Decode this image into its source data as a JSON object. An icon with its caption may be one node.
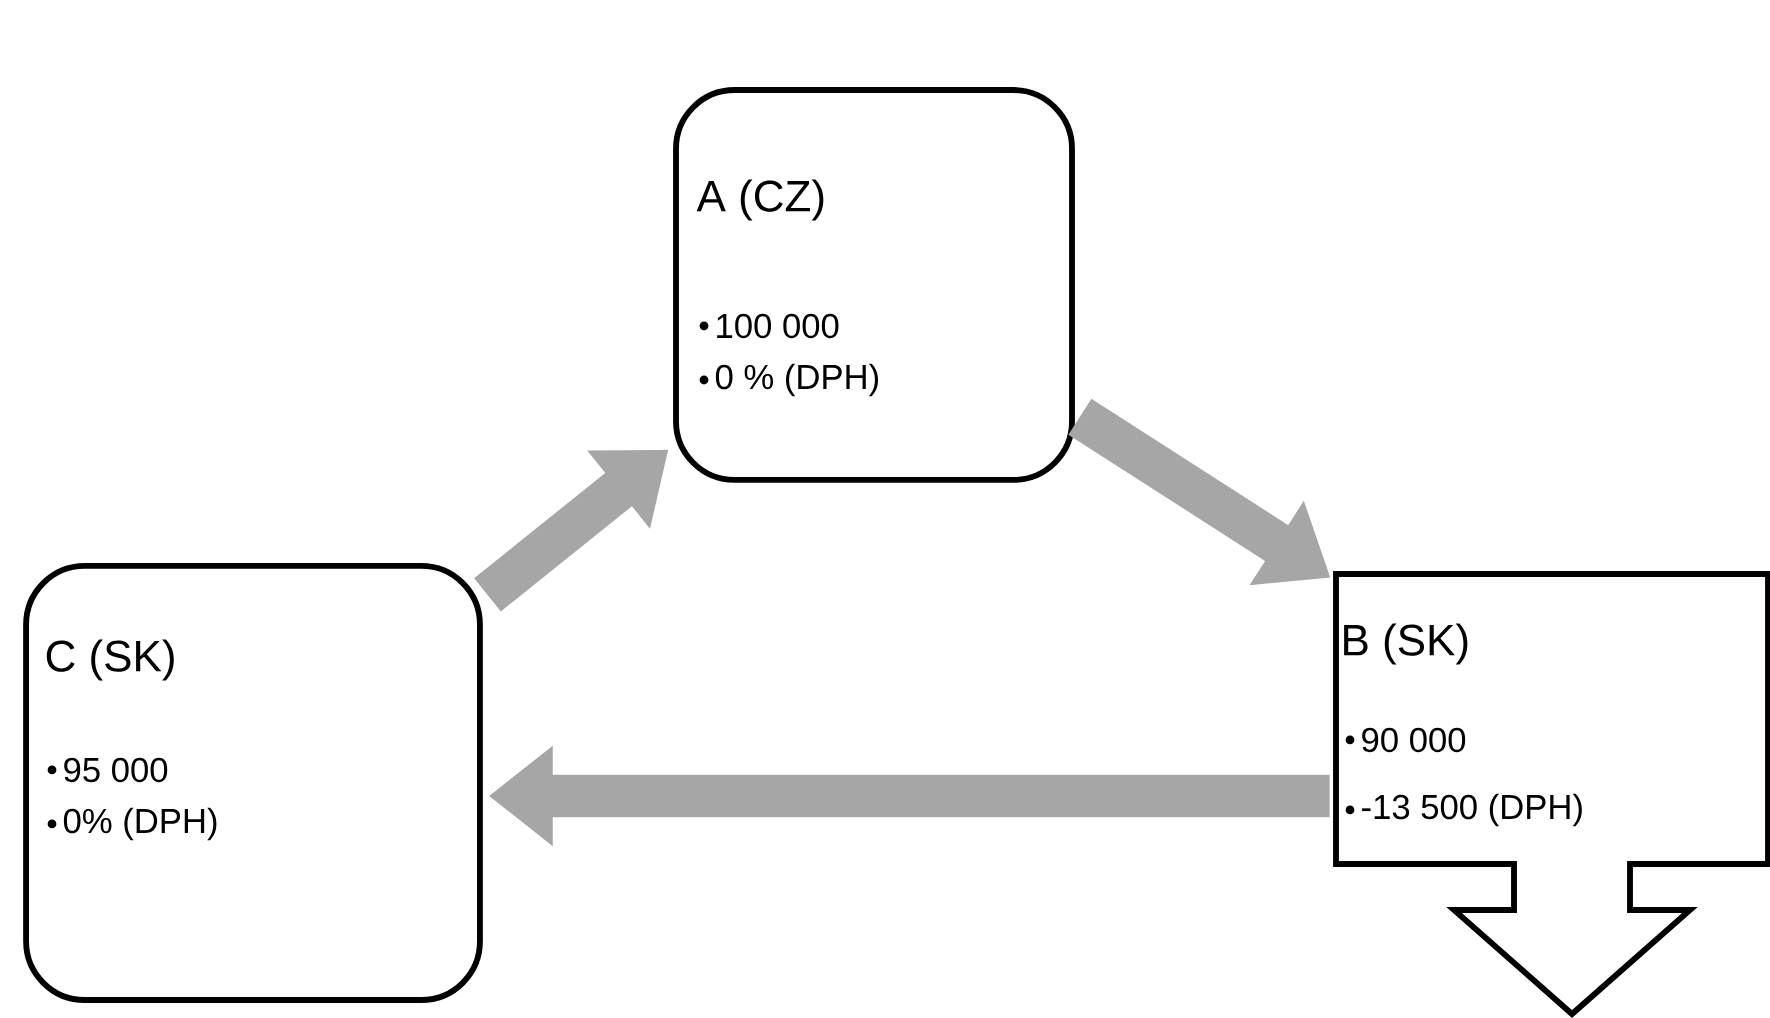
{
  "diagram": {
    "nodes": [
      {
        "text": [
          "A (CZ)",
          "100 000",
          "0 % (DPH)"
        ]
      },
      {
        "text": [
          "B (SK)",
          "90 000",
          "-13 500 (DPH)"
        ]
      },
      {
        "text": [
          "C (SK)",
          "95 000",
          "0% (DPH)"
        ]
      }
    ],
    "edges": [
      {
        "from": 2,
        "to": 0,
        "arrow": "to"
      },
      {
        "from": 0,
        "to": 1,
        "arrow": "to"
      },
      {
        "from": 1,
        "to": 2,
        "arrow": "to"
      }
    ]
  }
}
